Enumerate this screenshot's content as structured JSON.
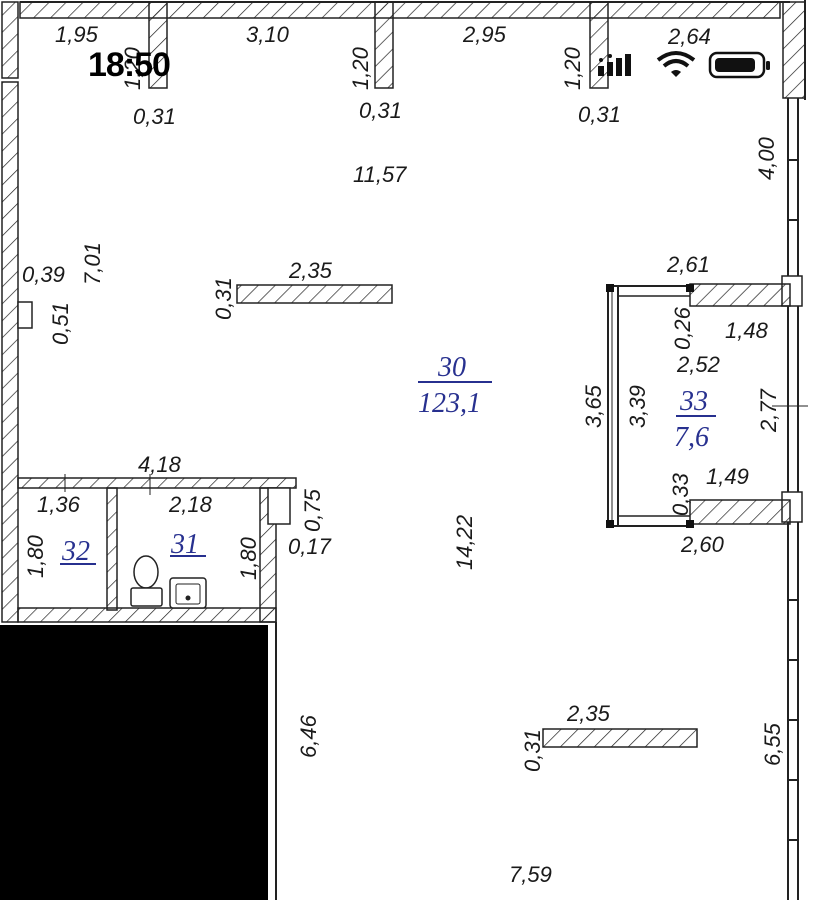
{
  "status_bar": {
    "time": "18:50",
    "icons": [
      "cellular-signal-icon",
      "wifi-icon",
      "battery-icon"
    ]
  },
  "floor_plan": {
    "rooms": [
      {
        "number": "30",
        "area": "123,1"
      },
      {
        "number": "33",
        "area": "7,6"
      },
      {
        "number": "32",
        "area": ""
      },
      {
        "number": "31",
        "area": ""
      }
    ],
    "dimensions": {
      "top_1": "1,95",
      "top_2": "3,10",
      "top_3": "2,95",
      "top_4": "2,64",
      "pier_1": "1,20",
      "pier_2": "1,20",
      "pier_3": "1,20",
      "pier_w_1": "0,31",
      "pier_w_2": "0,31",
      "pier_w_3": "0,31",
      "right_top": "4,00",
      "center_width": "11,57",
      "left_height": "7,01",
      "left_small_1": "0,39",
      "left_small_2": "0,51",
      "wall_top_len": "2,35",
      "wall_top_thk": "0,31",
      "room33_top": "2,61",
      "room33_gap_top": "0,26",
      "room33_wall_top": "1,48",
      "room33_inner_w": "2,52",
      "room33_outer_h": "3,65",
      "room33_inner_h": "3,39",
      "room33_right_h": "2,77",
      "room33_gap_bot": "0,33",
      "room33_wall_bot": "1,49",
      "room33_bottom": "2,60",
      "bath_total": "4,18",
      "bath32_w": "1,36",
      "bath31_w": "2,18",
      "bath32_h": "1,80",
      "bath31_h": "1,80",
      "niche_h": "0,75",
      "niche_w": "0,17",
      "center_height": "14,22",
      "left_lower": "6,46",
      "wall_bot_len": "2,35",
      "wall_bot_thk": "0,31",
      "right_lower": "6,55",
      "bottom_width": "7,59"
    }
  }
}
